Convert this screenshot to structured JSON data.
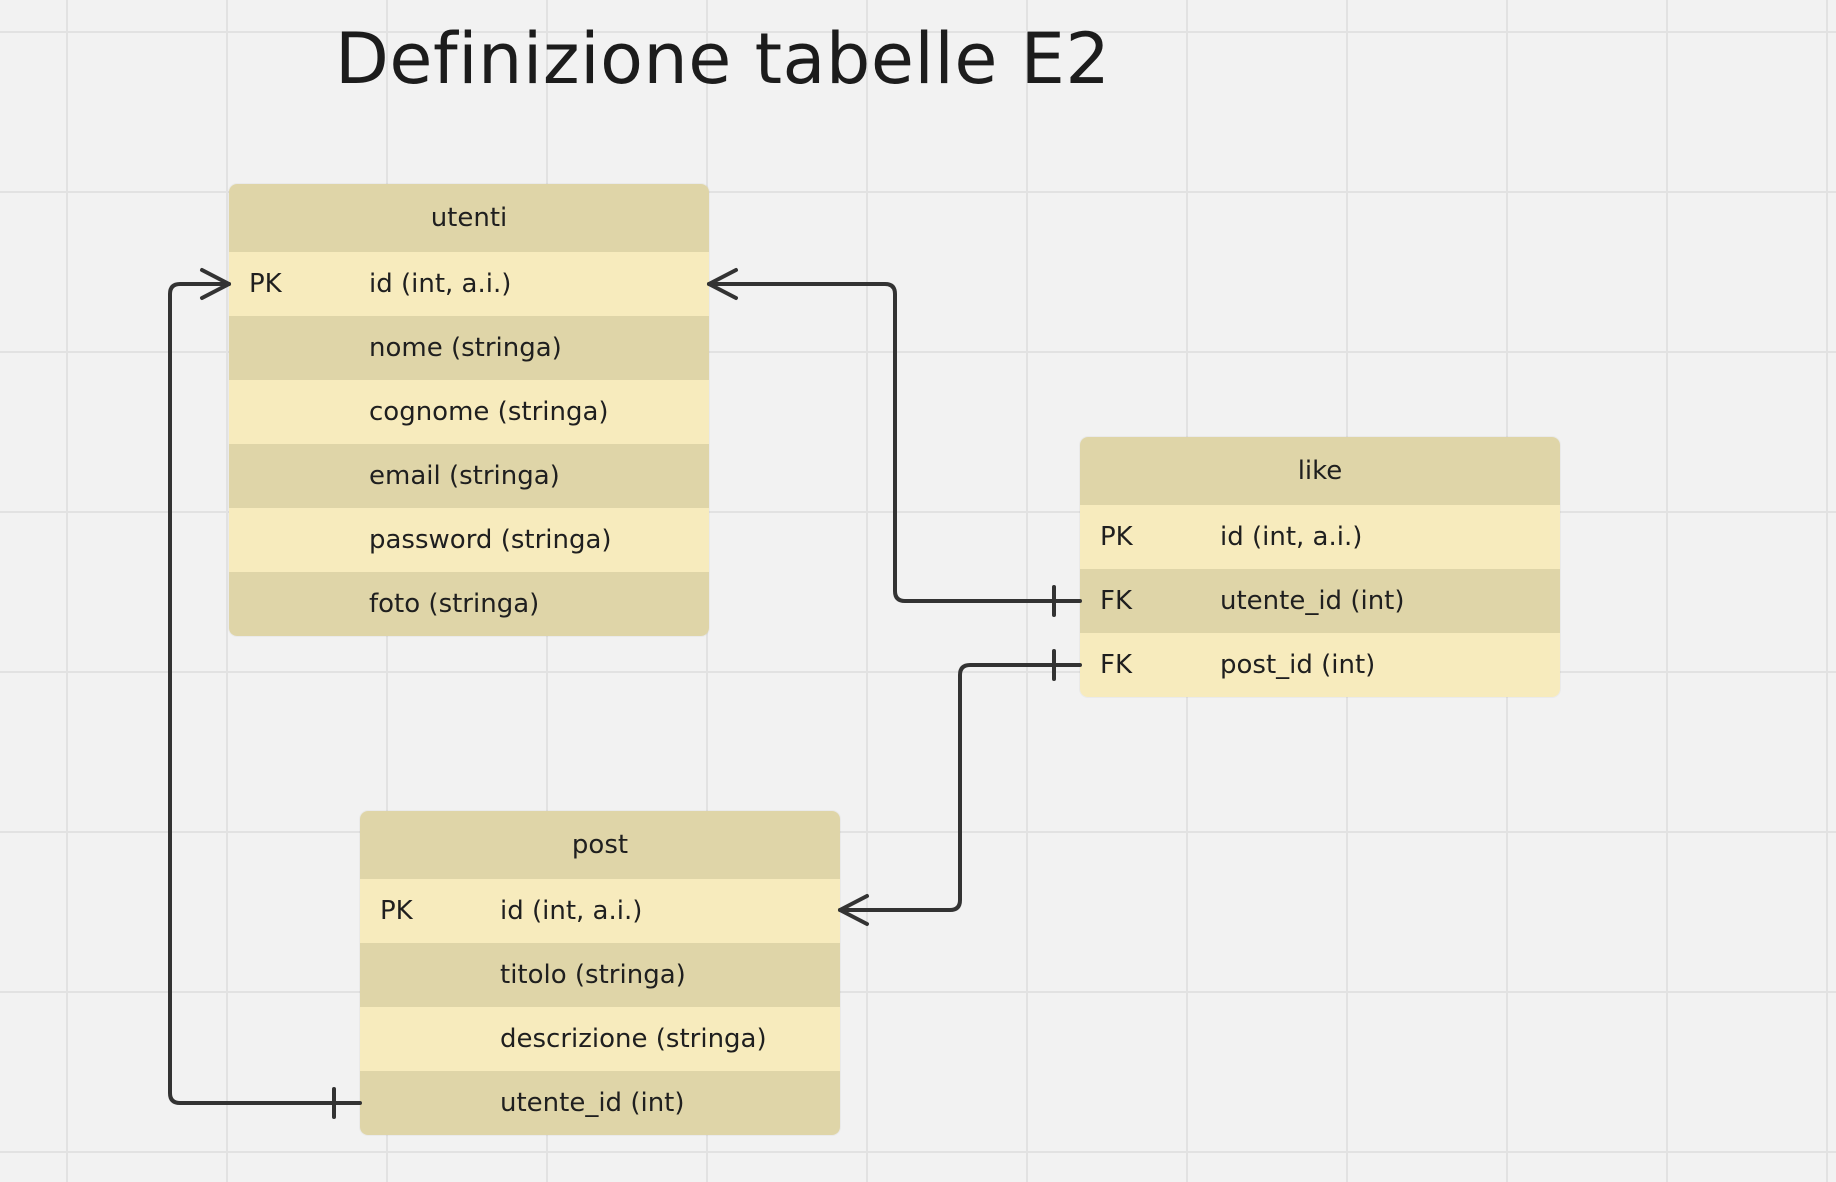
{
  "title": "Definizione tabelle E2",
  "colors": {
    "header": "#dfd5a8",
    "row_light": "#f7ebbd",
    "row_dark": "#dfd5a8",
    "connector": "#333333",
    "grid": "#e2e2e2",
    "background": "#f2f2f2"
  },
  "tables": {
    "utenti": {
      "name": "utenti",
      "rows": [
        {
          "key": "PK",
          "field": "id (int, a.i.)"
        },
        {
          "key": "",
          "field": "nome (stringa)"
        },
        {
          "key": "",
          "field": "cognome (stringa)"
        },
        {
          "key": "",
          "field": "email (stringa)"
        },
        {
          "key": "",
          "field": "password (stringa)"
        },
        {
          "key": "",
          "field": "foto (stringa)"
        }
      ]
    },
    "like": {
      "name": "like",
      "rows": [
        {
          "key": "PK",
          "field": "id (int, a.i.)"
        },
        {
          "key": "FK",
          "field": "utente_id (int)"
        },
        {
          "key": "FK",
          "field": "post_id (int)"
        }
      ]
    },
    "post": {
      "name": "post",
      "rows": [
        {
          "key": "PK",
          "field": "id (int, a.i.)"
        },
        {
          "key": "",
          "field": "titolo (stringa)"
        },
        {
          "key": "",
          "field": "descrizione (stringa)"
        },
        {
          "key": "",
          "field": "utente_id (int)"
        }
      ]
    }
  },
  "relations": [
    {
      "from": "utenti.id",
      "to": "like.utente_id",
      "from_end": "crow-foot",
      "to_end": "one"
    },
    {
      "from": "utenti.id",
      "to": "post.utente_id",
      "from_end": "crow-foot",
      "to_end": "one"
    },
    {
      "from": "post.id",
      "to": "like.post_id",
      "from_end": "crow-foot",
      "to_end": "one"
    }
  ]
}
